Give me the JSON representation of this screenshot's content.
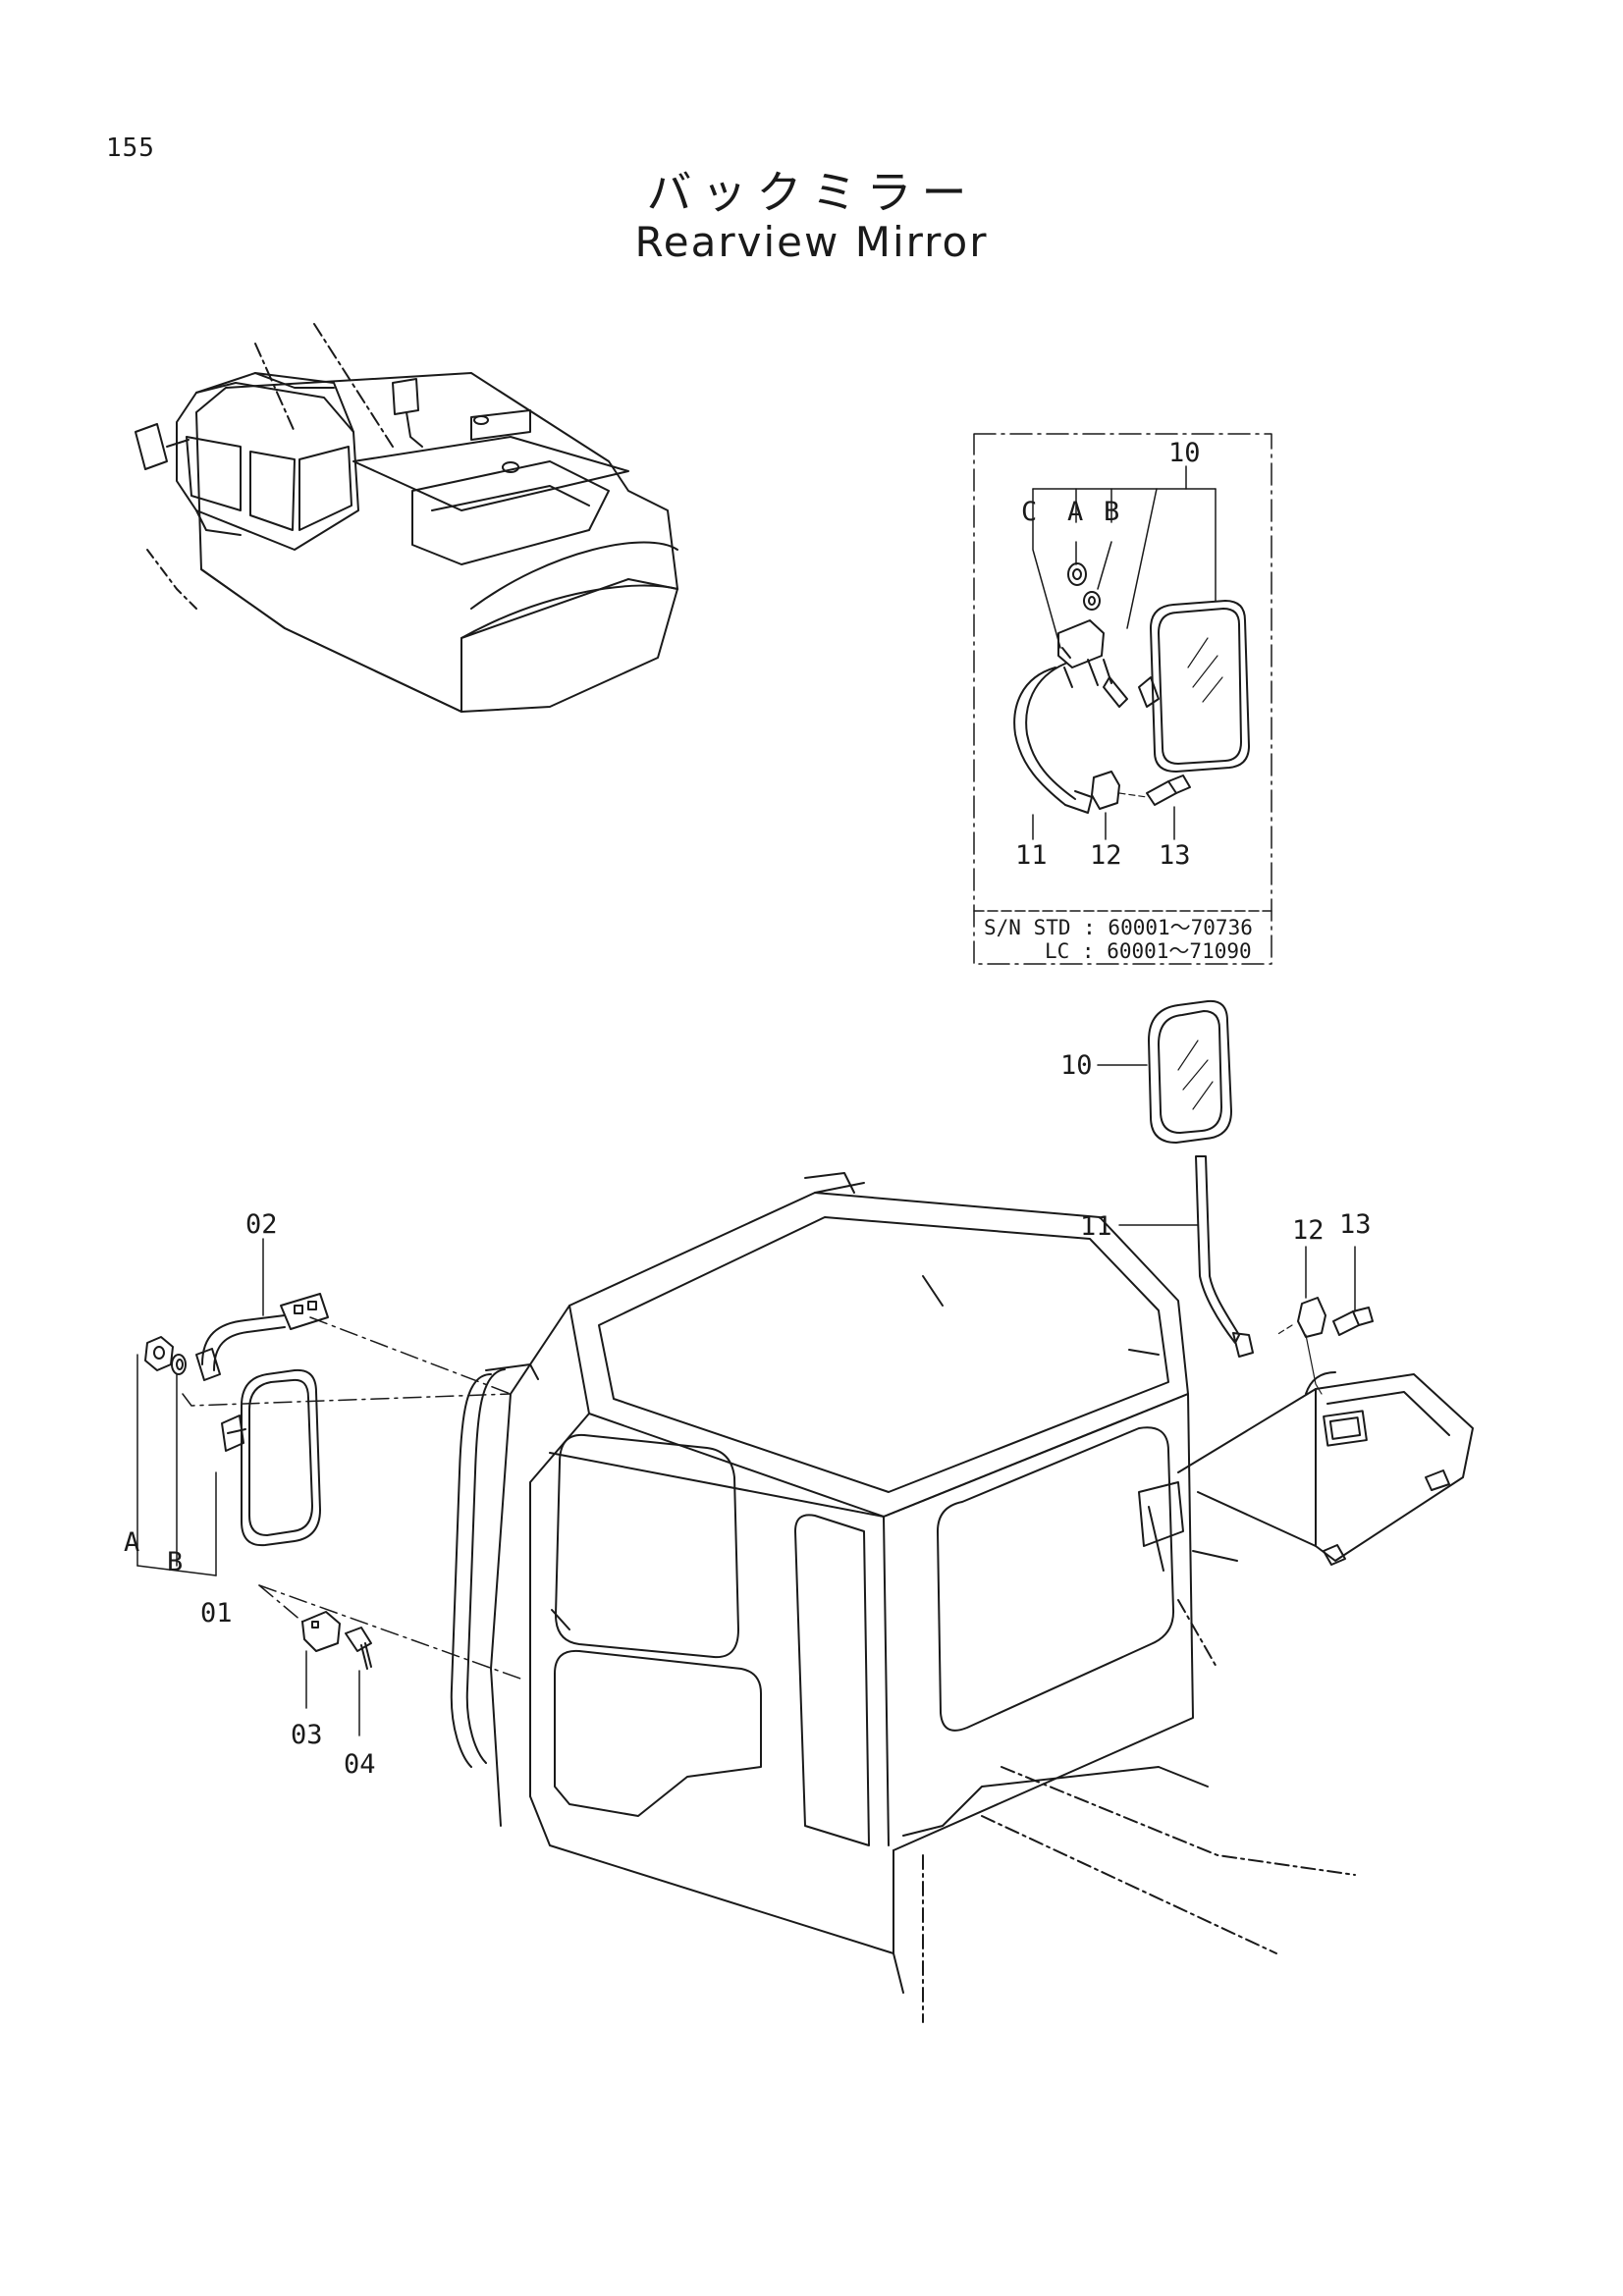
{
  "page_number": "155",
  "title_jp": "バックミラー",
  "title_en": "Rearview Mirror",
  "inset": {
    "labels": {
      "c": "C",
      "a": "A",
      "b": "B",
      "p10": "10",
      "p11": "11",
      "p12": "12",
      "p13": "13"
    },
    "serial_line1": "S/N STD : 60001～70736",
    "serial_line2": "LC  : 60001～71090"
  },
  "main_labels": {
    "p02": "02",
    "a": "A",
    "b": "B",
    "p01": "01",
    "p03": "03",
    "p04": "04",
    "p10": "10",
    "p11": "11",
    "p12": "12",
    "p13": "13"
  },
  "icons": [
    "excavator-overview-icon",
    "mirror-icon",
    "bracket-icon",
    "bolt-icon",
    "nut-icon",
    "washer-icon",
    "cab-icon"
  ]
}
